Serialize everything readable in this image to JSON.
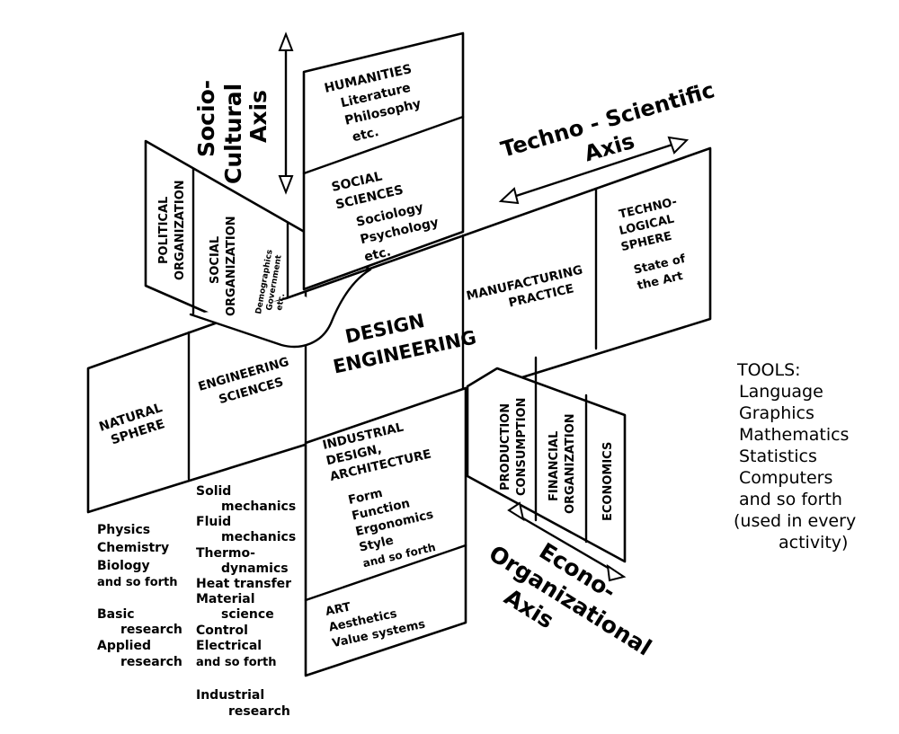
{
  "axes": {
    "socio_cultural": [
      "Socio-",
      "Cultural",
      "Axis"
    ],
    "techno_scientific": [
      "Techno - Scientific",
      "Axis"
    ],
    "econo_organizational": [
      "Econo-",
      "Organizational",
      "Axis"
    ]
  },
  "center": [
    "DESIGN",
    "ENGINEERING"
  ],
  "top_panel": {
    "humanities": [
      "HUMANITIES",
      "Literature",
      "Philosophy",
      "etc."
    ],
    "social_sciences": [
      "SOCIAL",
      "SCIENCES",
      "Sociology",
      "Psychology",
      "etc."
    ]
  },
  "left_wing": {
    "political": [
      "POLITICAL",
      "ORGANIZATION"
    ],
    "social": [
      "SOCIAL",
      "ORGANIZATION"
    ],
    "social_sub": [
      "Demographics",
      "Government",
      "etc."
    ]
  },
  "right_panel": {
    "manufacturing": [
      "MANUFACTURING",
      "PRACTICE"
    ],
    "technological": [
      "TECHNO-",
      "LOGICAL",
      "SPHERE"
    ],
    "technological_sub": [
      "State of",
      "the Art"
    ]
  },
  "left_panel": {
    "natural": [
      "NATURAL",
      "SPHERE"
    ],
    "engineering": [
      "ENGINEERING",
      "SCIENCES"
    ]
  },
  "bottom_panel": {
    "industrial": [
      "INDUSTRIAL",
      "DESIGN,",
      "ARCHITECTURE"
    ],
    "industrial_sub": [
      "Form",
      "Function",
      "Ergonomics",
      "Style",
      "and so forth"
    ],
    "art": [
      "ART",
      "Aesthetics",
      "Value systems"
    ]
  },
  "lower_right_wing": {
    "production": [
      "PRODUCTION",
      "CONSUMPTION"
    ],
    "financial": [
      "FINANCIAL",
      "ORGANIZATION"
    ],
    "economics": [
      "ECONOMICS"
    ]
  },
  "natural_list": [
    "Physics",
    "Chemistry",
    "Biology",
    "and so forth",
    "Basic",
    "research",
    "Applied",
    "research"
  ],
  "engineering_list": [
    "Solid",
    "mechanics",
    "Fluid",
    "mechanics",
    "Thermo-",
    "dynamics",
    "Heat transfer",
    "Material",
    "science",
    "Control",
    "Electrical",
    "and so forth",
    "Industrial",
    "research"
  ],
  "tools": [
    "TOOLS:",
    "Language",
    "Graphics",
    "Mathematics",
    "Statistics",
    "Computers",
    "and so forth",
    "(used in every",
    "activity)"
  ]
}
